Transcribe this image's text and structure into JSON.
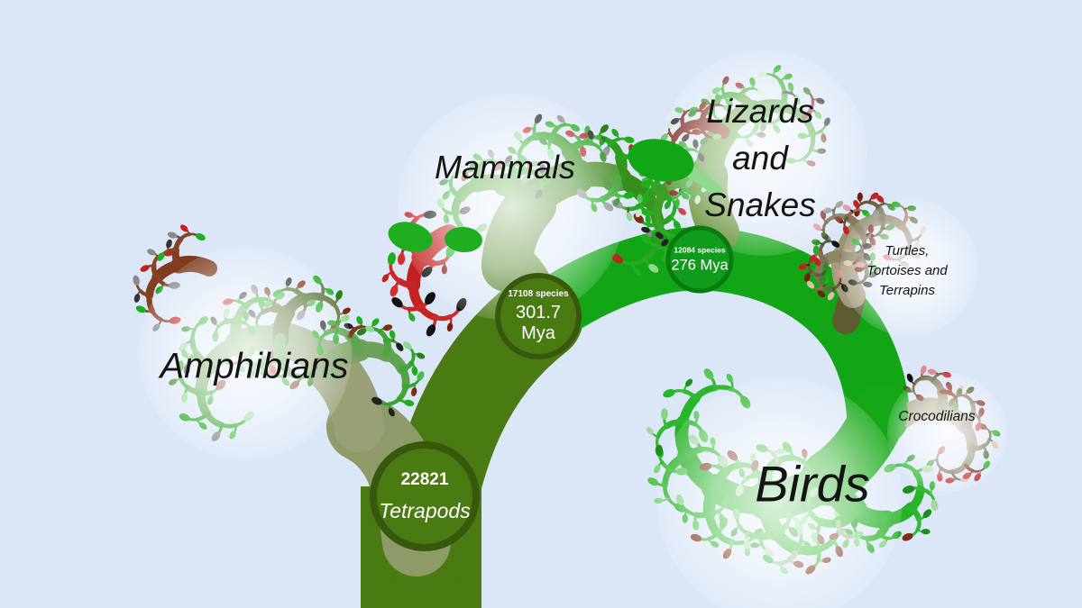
{
  "canvas": {
    "background": "#dbe6f7",
    "highlight": "#ffffff"
  },
  "palette": {
    "trunk": "#4a7a12",
    "trunk_ring": "#38590d",
    "bright_arc": "#12a616",
    "stub": "#5d5c31",
    "fork_sage": "#8e9a68",
    "leaf_green": "#1fae1f"
  },
  "clades": [
    {
      "id": "amphibians",
      "label_lines": [
        "Amphibians"
      ],
      "branch_color": "#99a078",
      "tip_color": "#27a527"
    },
    {
      "id": "mammals",
      "label_lines": [
        "Mammals"
      ],
      "branch_color": "#44781a",
      "tip_color": "#22b122"
    },
    {
      "id": "lizards-and-snakes",
      "label_lines": [
        "Lizards",
        "and",
        "Snakes"
      ],
      "branch_color": "#5c8a2a",
      "tip_color": "#25b025"
    },
    {
      "id": "turtles",
      "label_lines": [
        "Turtles,",
        "Tortoises and",
        "Terrapins"
      ],
      "branch_color": "#a59c7d",
      "tip_color": "#55512e"
    },
    {
      "id": "crocodilians",
      "label_lines": [
        "Crocodilians"
      ],
      "branch_color": "#a59c7d",
      "tip_color": "#55512e"
    },
    {
      "id": "birds",
      "label_lines": [
        "Birds"
      ],
      "branch_color": "#16a716",
      "tip_color": "#35bb35"
    }
  ],
  "nodes": [
    {
      "id": "tetrapods",
      "top_text": "22821",
      "main_text": "Tetrapods",
      "fill": "#4a7a12",
      "ring": "#38590d"
    },
    {
      "id": "amniote-split",
      "top_text": "17108 species",
      "main_text": "301.7 Mya",
      "fill": "#4a7a12",
      "ring": "#38590d"
    },
    {
      "id": "reptile-split",
      "top_text": "12084 species",
      "main_text": "276 Mya",
      "fill": "#0f9c1a",
      "ring": "#0b7a12"
    }
  ]
}
